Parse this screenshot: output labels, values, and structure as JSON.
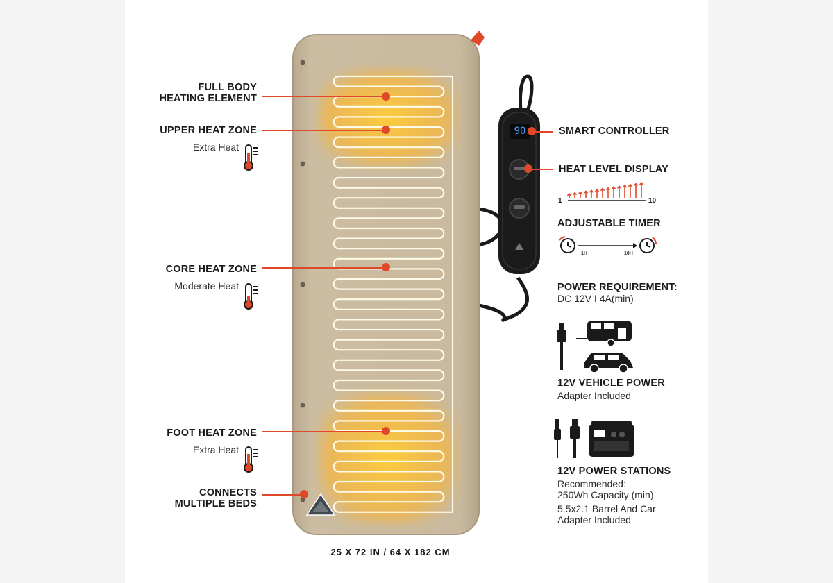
{
  "left_labels": {
    "full_body": {
      "title_line1": "FULL BODY",
      "title_line2": "HEATING ELEMENT"
    },
    "upper": {
      "title": "UPPER HEAT ZONE",
      "sub": "Extra Heat"
    },
    "core": {
      "title": "CORE HEAT ZONE",
      "sub": "Moderate Heat"
    },
    "foot": {
      "title": "FOOT HEAT ZONE",
      "sub": "Extra Heat"
    },
    "connects": {
      "title_line1": "CONNECTS",
      "title_line2": "MULTIPLE BEDS"
    }
  },
  "controller": {
    "display_value": "90"
  },
  "right_labels": {
    "smart_controller": "SMART CONTROLLER",
    "heat_level_display": "HEAT LEVEL DISPLAY",
    "heat_scale": {
      "min": "1",
      "max": "10"
    },
    "adjustable_timer": "ADJUSTABLE TIMER",
    "timer_scale": {
      "min": "1H",
      "max": "10H"
    },
    "power_requirement": {
      "title": "POWER REQUIREMENT:",
      "value": "DC 12V I 4A(min)"
    },
    "vehicle_power": {
      "title": "12V VEHICLE POWER",
      "sub": "Adapter Included"
    },
    "power_stations": {
      "title": "12V POWER STATIONS",
      "line1": "Recommended:",
      "line2": "250Wh Capacity (min)",
      "line3": "5.5x2.1 Barrel And Car",
      "line4": "Adapter Included"
    }
  },
  "size": "25 X 72 IN / 64 X 182 CM",
  "colors": {
    "accent": "#e0482a",
    "pad": "#c7b79c",
    "heat_glow": "#ffc53a",
    "controller": "#1b1b1b",
    "display_digits": "#4fa8ff"
  },
  "icons": [
    "thermometer-icon",
    "clock-icon",
    "car-plug-icon",
    "barrel-plug-icon",
    "rv-trailer-icon",
    "suv-icon",
    "power-station-icon",
    "brand-triangle-logo"
  ]
}
